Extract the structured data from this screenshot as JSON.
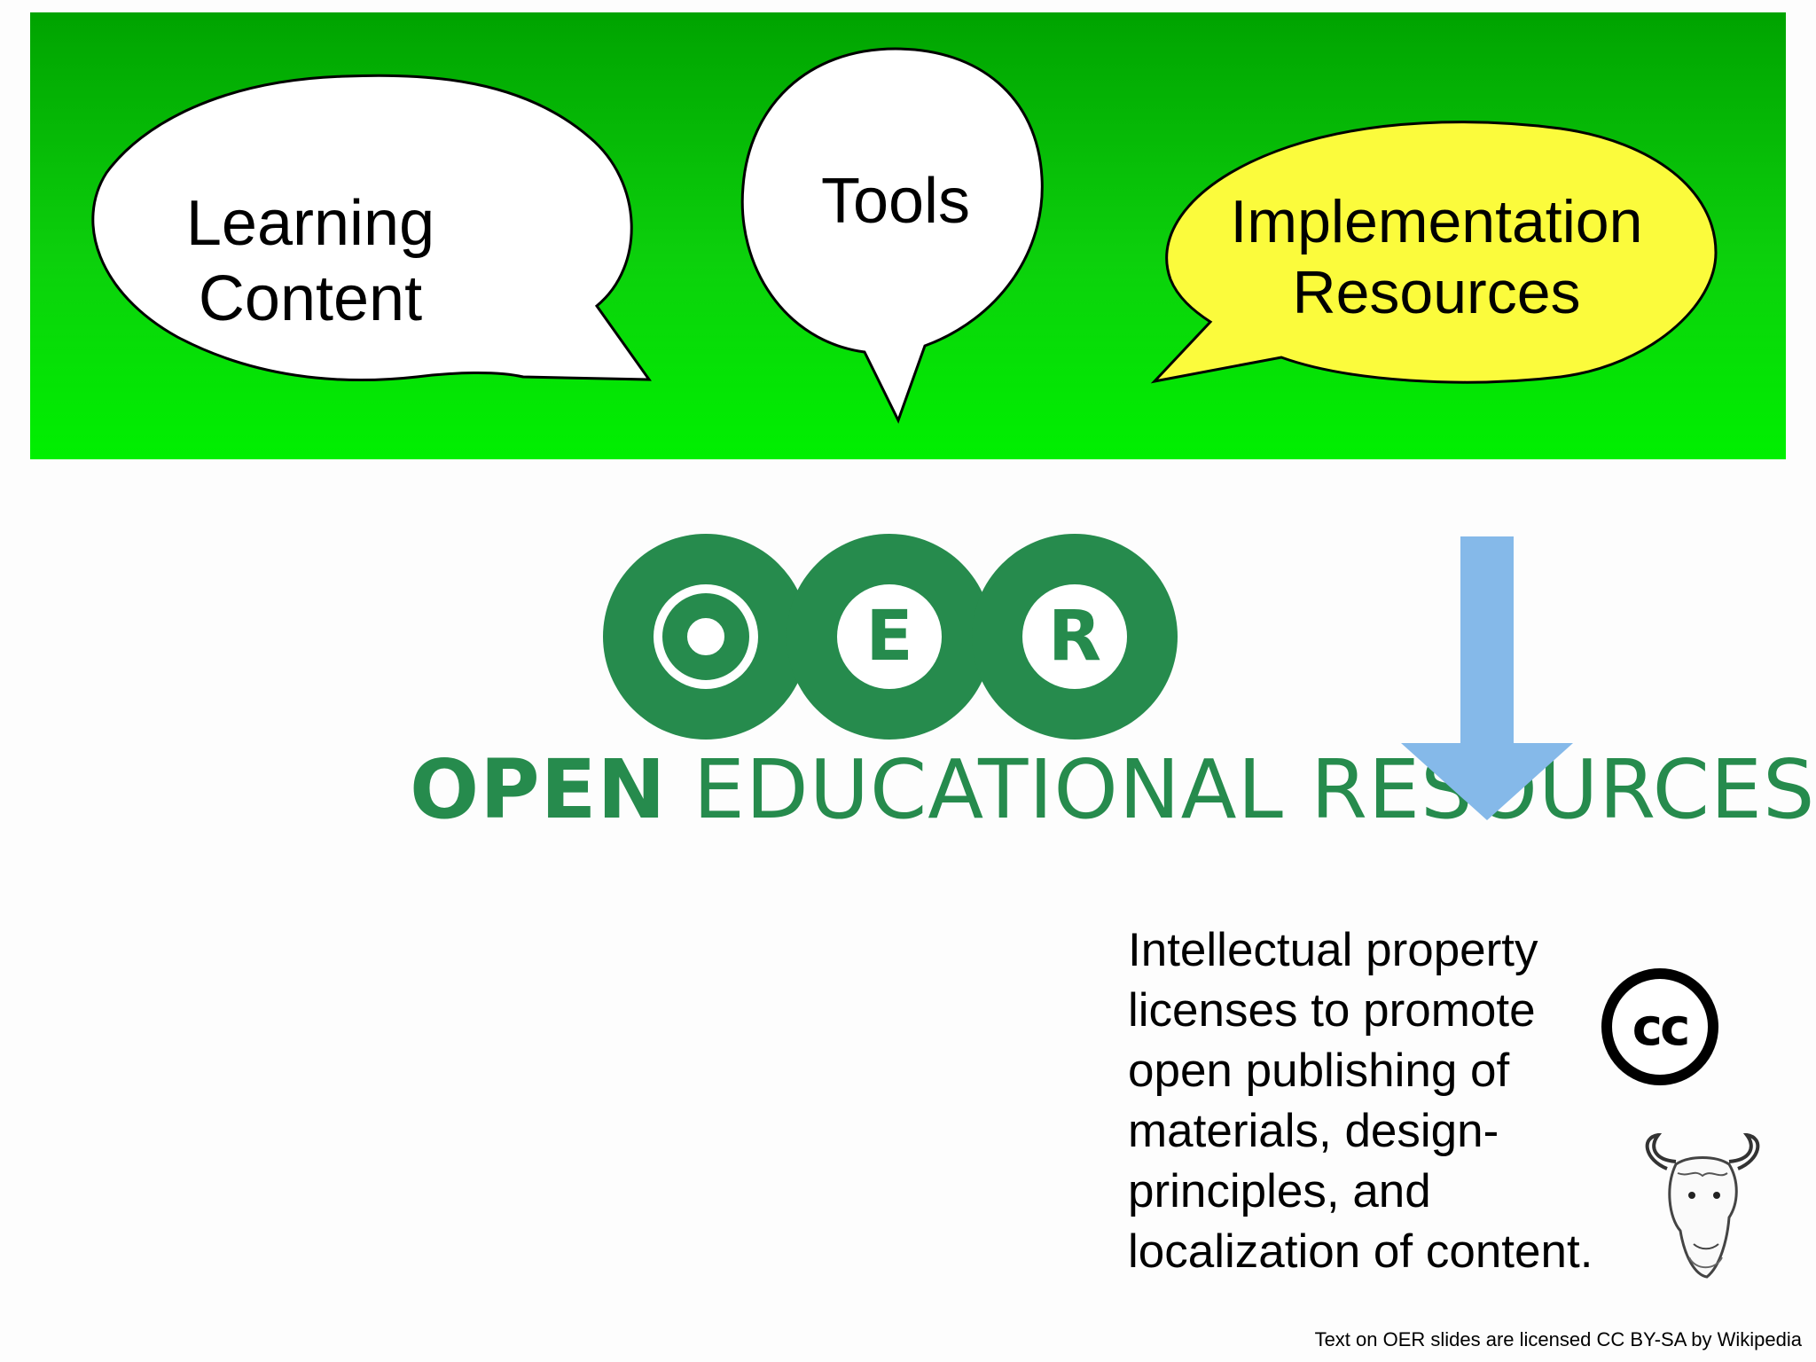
{
  "banner": {
    "bubbles": [
      {
        "label": "Learning Content",
        "color": "#ffffff"
      },
      {
        "label": "Tools",
        "color": "#ffffff"
      },
      {
        "label_line1": "Implementation",
        "label_line2": "Resources",
        "color": "#fbfb3c"
      }
    ],
    "gradient_top": "#00a300",
    "gradient_bottom": "#00f000"
  },
  "logo": {
    "letters": [
      "O",
      "E",
      "R"
    ],
    "word_bold": "OPEN",
    "word_rest": "EDUCATIONAL RESOURCES",
    "color": "#268b4d"
  },
  "arrow": {
    "color": "#85b9e9",
    "direction": "down"
  },
  "body": {
    "lines": [
      "Intellectual property",
      "licenses to promote",
      "open publishing of",
      "materials, design-",
      "principles, and",
      "localization of content."
    ]
  },
  "icons": {
    "cc_label": "cc",
    "cc_name": "creative-commons-icon",
    "gnu_name": "gnu-head-icon"
  },
  "footer": {
    "credit": "Text on OER slides are licensed CC BY-SA by Wikipedia"
  }
}
